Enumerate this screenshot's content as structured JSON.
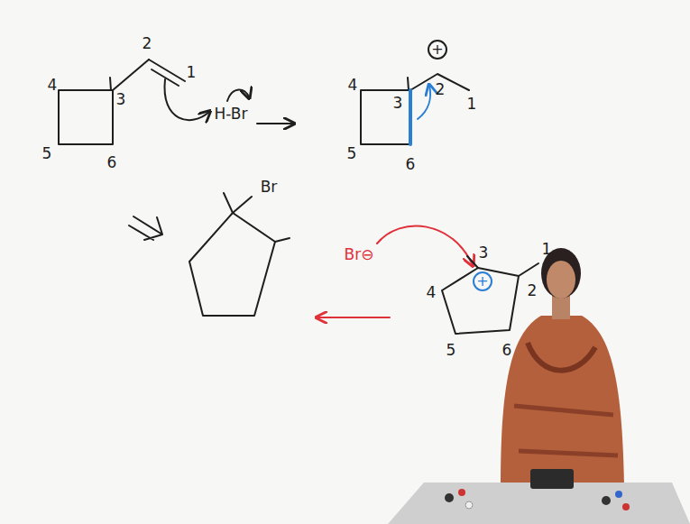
{
  "diagram": {
    "labels": [
      "2",
      "1",
      "4",
      "3",
      "5",
      "6",
      "H-Br",
      "+",
      "4",
      "3",
      "2",
      "1",
      "5",
      "6",
      "Br",
      "Br⊖",
      "+",
      "4",
      "3",
      "1",
      "2",
      "5",
      "6"
    ]
  }
}
